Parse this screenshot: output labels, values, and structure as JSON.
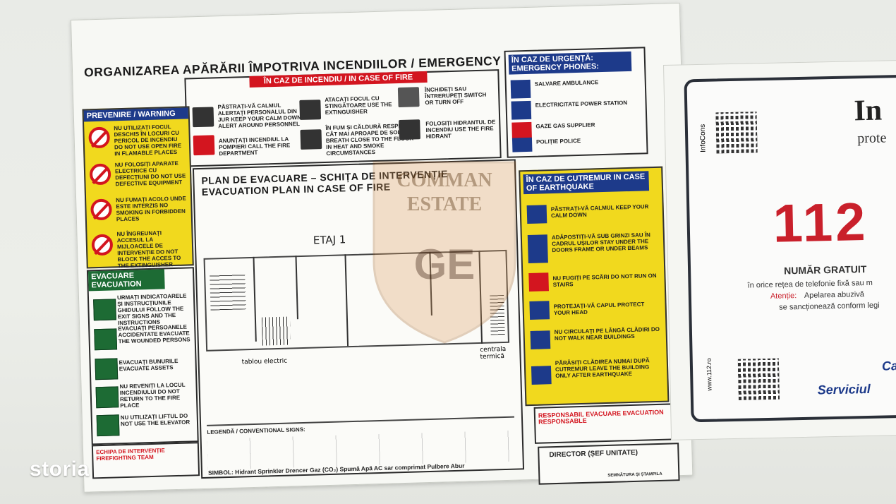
{
  "sheet": {
    "title": "ORGANIZAREA APĂRĂRII ÎMPOTRIVA INCENDIILOR / EMERGENCY PLAN",
    "fire_header": "ÎN CAZ DE INCENDIU / IN CASE OF FIRE",
    "fire_items": [
      "PĂSTRAȚI-VĂ CALMUL ALERTAȚI PERSONALUL DIN JUR KEEP YOUR CALM DOWN ALERT AROUND PERSONNEL",
      "ANUNȚAȚI INCENDIUL LA POMPIERI CALL THE FIRE DEPARTMENT",
      "ATACAȚI FOCUL CU STINGĂTOARE USE THE EXTINGUISHER",
      "ÎN FUM ȘI CĂLDURĂ RESPIRAȚI CÂT MAI APROAPE DE SOL BREATH CLOSE TO THE FLOOR IN HEAT AND SMOKE CIRCUMSTANCES",
      "ÎNCHIDEȚI SAU ÎNTRERUPEȚI SWITCH OR TURN OFF",
      "FOLOSIȚI HIDRANTUL DE INCENDIU USE THE FIRE HIDRANT"
    ],
    "prevention_header": "PREVENIRE / WARNING",
    "prevention_items": [
      "NU UTILIZAȚI FOCUL DESCHIS ÎN LOCURI CU PERICOL DE INCENDIU DO NOT USE OPEN FIRE IN FLAMABLE PLACES",
      "NU FOLOSIȚI APARATE ELECTRICE CU DEFECȚIUNI DO NOT USE DEFECTIVE EQUIPMENT",
      "NU FUMAȚI ACOLO UNDE ESTE INTERZIS NO SMOKING IN FORBIDDEN PLACES",
      "NU ÎNGREUNAȚI ACCESUL LA MIJLOACELE DE INTERVENȚIE DO NOT BLOCK THE ACCES TO THE EXTINGUISHER"
    ],
    "evacuation_header": "EVACUARE EVACUATION",
    "evacuation_items": [
      "URMAȚI INDICATOARELE ȘI INSTRUCȚIUNILE GHIDULUI FOLLOW THE EXIT SIGNS AND THE INSTRUCTIONS",
      "EVACUAȚI PERSOANELE ACCIDENTATE EVACUATE THE WOUNDED PERSONS",
      "EVACUAȚI BUNURILE EVACUATE ASSETS",
      "NU REVENIȚI LA LOCUL INCENDIULUI DO NOT RETURN TO THE FIRE PLACE",
      "NU UTILIZAȚI LIFTUL DO NOT USE THE ELEVATOR"
    ],
    "team": "ECHIPA DE INTERVENȚIE FIREFIGHTING TEAM",
    "plan_title": "PLAN DE EVACUARE – SCHIȚA DE INTERVENȚIE EVACUATION PLAN IN CASE OF FIRE",
    "floor_label": "ETAJ 1",
    "tablou_label": "tablou electric",
    "centrala_label": "centrala termică",
    "phones_header": "ÎN CAZ DE URGENȚĂ: EMERGENCY PHONES:",
    "phones": [
      "SALVARE AMBULANCE",
      "ELECTRICITATE POWER STATION",
      "GAZE GAS SUPPLIER",
      "POLIȚIE POLICE"
    ],
    "quake_header": "ÎN CAZ DE CUTREMUR IN CASE OF EARTHQUAKE",
    "quake_items": [
      "PĂSTRAȚI-VĂ CALMUL KEEP YOUR CALM DOWN",
      "ADĂPOSTIȚI-VĂ SUB GRINZI SAU ÎN CADRUL UȘILOR STAY UNDER THE DOORS FRAME OR UNDER BEAMS",
      "NU FUGIȚI PE SCĂRI DO NOT RUN ON STAIRS",
      "PROTEJAȚI-VĂ CAPUL PROTECT YOUR HEAD",
      "NU CIRCULAȚI PE LÂNGĂ CLĂDIRI DO NOT WALK NEAR BUILDINGS",
      "PĂRĂSIȚI CLĂDIREA NUMAI DUPĂ CUTREMUR LEAVE THE BUILDING ONLY AFTER EARTHQUAKE"
    ],
    "responsible": "RESPONSABIL EVACUARE EVACUATION RESPONSABLE",
    "director": "DIRECTOR (ȘEF UNITATE)",
    "signature": "SEMNĂTURA ȘI ȘTAMPILA",
    "legend_header": "LEGENDĂ / CONVENTIONAL SIGNS:",
    "legend_symbols": "SIMBOL: Hidrant Sprinkler Drencer Gaz (CO₂) Spumă Apă AC sar comprimat Pulbere Abur"
  },
  "watermark": {
    "line1": "COMMAN",
    "line2": "ESTATE",
    "logo": "GE"
  },
  "card": {
    "brand_fragment": "In",
    "brand_sub": "prote",
    "infocons": "InfoCons",
    "number": "112",
    "free_line": "NUMĂR GRATUIT",
    "line2": "în orice rețea de telefonie fixă sau m",
    "attention_label": "Atenție:",
    "line3": "Apelarea abuzivă",
    "line4": "se sancționează conform legi",
    "site": "www.112.ro",
    "footer1": "Ca",
    "footer2": "Serviciul"
  },
  "overlay": {
    "brand": "storia"
  },
  "colors": {
    "red": "#d3151f",
    "blue": "#1d3a8a",
    "green": "#1d6b34",
    "yellow": "#f1d91e"
  }
}
